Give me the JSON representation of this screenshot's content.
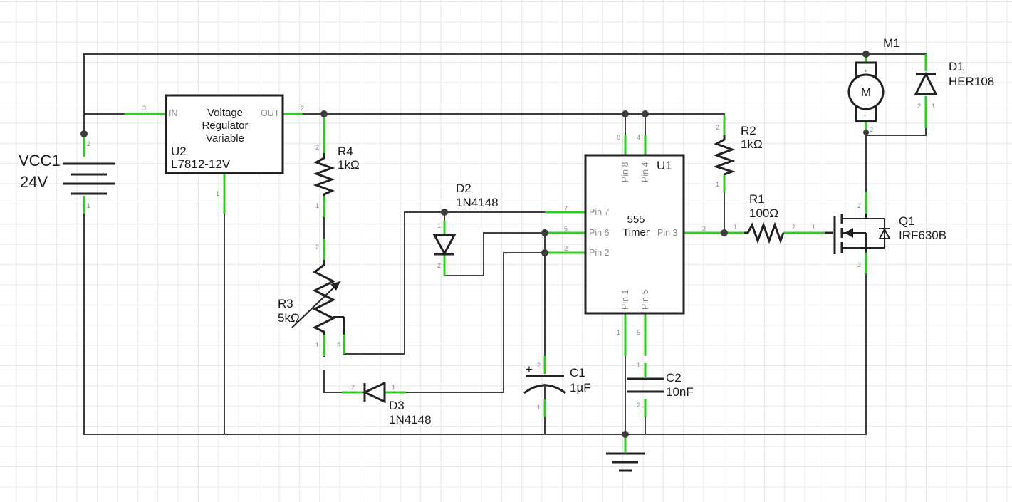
{
  "components": {
    "vcc1": {
      "name": "VCC1",
      "value": "24V"
    },
    "u2": {
      "line1": "Voltage",
      "line2": "Regulator",
      "line3": "Variable",
      "ref": "U2",
      "part": "L7812-12V",
      "pin_in": "IN",
      "pin_out": "OUT"
    },
    "r4": {
      "ref": "R4",
      "value": "1kΩ"
    },
    "r3": {
      "ref": "R3",
      "value": "5kΩ"
    },
    "d2": {
      "ref": "D2",
      "part": "1N4148"
    },
    "d3": {
      "ref": "D3",
      "part": "1N4148"
    },
    "c1": {
      "ref": "C1",
      "value": "1µF",
      "polarity": "+"
    },
    "c2": {
      "ref": "C2",
      "value": "10nF"
    },
    "u1": {
      "ref": "U1",
      "line1": "555",
      "line2": "Timer",
      "pin7": "Pin 7",
      "pin6": "Pin 6",
      "pin2": "Pin 2",
      "pin3": "Pin 3",
      "pin8": "Pin 8",
      "pin4": "Pin 4",
      "pin1": "Pin 1",
      "pin5": "Pin 5"
    },
    "r2": {
      "ref": "R2",
      "value": "1kΩ"
    },
    "r1": {
      "ref": "R1",
      "value": "100Ω"
    },
    "q1": {
      "ref": "Q1",
      "part": "IRF630B"
    },
    "m1": {
      "ref": "M1",
      "symbol": "M",
      "plus": "+",
      "minus": "-"
    },
    "d1": {
      "ref": "D1",
      "part": "HER108"
    }
  },
  "pin_numbers": {
    "n1": "1",
    "n2": "2",
    "n3": "3",
    "n4": "4",
    "n5": "5",
    "n6": "6",
    "n7": "7",
    "n8": "8"
  }
}
